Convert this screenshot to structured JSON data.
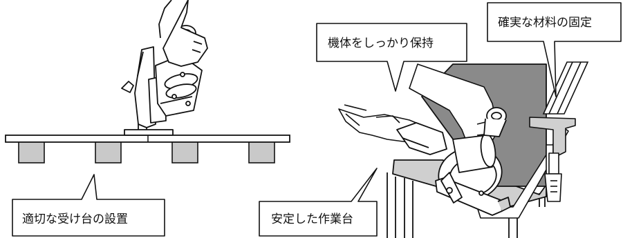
{
  "callouts": {
    "support_stand": "適切な受け台の設置",
    "stable_bench": "安定した作業台",
    "hold_machine": "機体をしっかり保持",
    "fix_material": "確実な材料の固定"
  },
  "colors": {
    "line": "#111111",
    "support_block": "#c9c9c9",
    "board": "#ffffff",
    "workpiece": "#8a8a8a",
    "bench_top": "#cfcfcf",
    "clamp": "#d0d0d0",
    "background": "#ffffff"
  },
  "icons": {
    "left_scene": "circular-saw-cutting-board-icon",
    "right_scene": "circular-saw-on-workbench-icon"
  }
}
